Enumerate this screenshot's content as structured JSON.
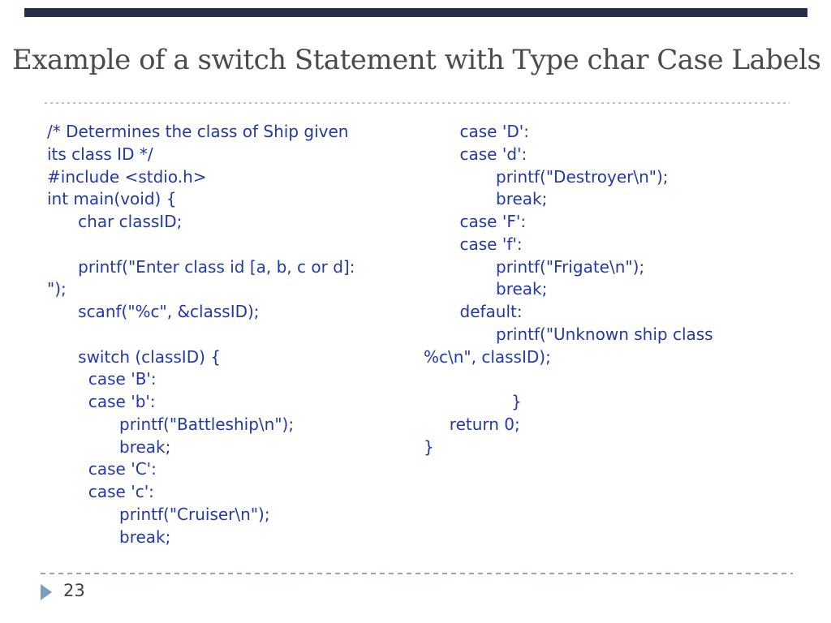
{
  "slide": {
    "title": "Example of a switch Statement with Type char Case Labels",
    "colors": {
      "code_text": "#2239a8",
      "title_text": "#4a4b52",
      "top_bar": "#252f48",
      "top_rule_dots": "#c2c2c2",
      "bottom_rule_dashes": "#8ea8c2",
      "arrow": "#7d9cbe",
      "page_number_text": "#404149"
    },
    "code": {
      "left": {
        "lines": [
          "/* Determines the class of Ship given",
          "its class ID */",
          "#include <stdio.h>",
          "int main(void) {",
          "      char classID;",
          "",
          "      printf(\"Enter class id [a, b, c or d]:",
          "\");",
          "      scanf(\"%c\", &classID);",
          "",
          "      switch (classID) {",
          "        case 'B':",
          "        case 'b':",
          "              printf(\"Battleship\\n\");",
          "              break;",
          "        case 'C':",
          "        case 'c':",
          "              printf(\"Cruiser\\n\");",
          "              break;"
        ]
      },
      "right": {
        "lines": [
          "       case 'D':",
          "       case 'd':",
          "              printf(\"Destroyer\\n\");",
          "              break;",
          "       case 'F':",
          "       case 'f':",
          "              printf(\"Frigate\\n\");",
          "              break;",
          "       default:",
          "              printf(\"Unknown ship class",
          "%c\\n\", classID);",
          "",
          "                 }",
          "     return 0;",
          "}"
        ]
      }
    },
    "footer": {
      "page_number": "23"
    }
  }
}
